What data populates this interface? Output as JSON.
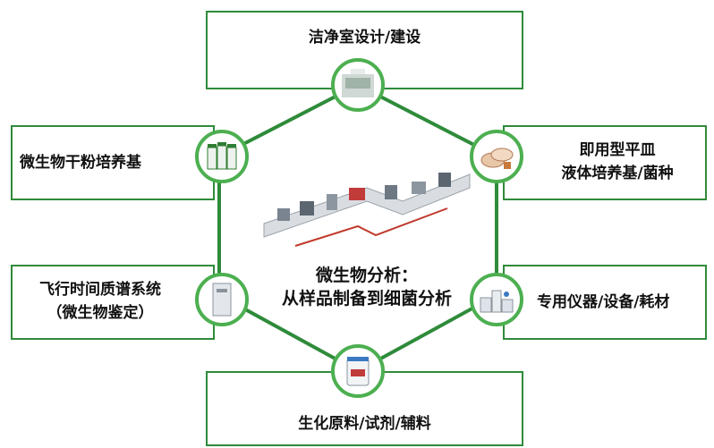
{
  "center": {
    "title_line1": "微生物分析：",
    "title_line2": "从样品制备到细菌分析"
  },
  "items": {
    "top": "洁净室设计/建设",
    "top_left": "微生物干粉培养基",
    "top_right_line1": "即用型平皿",
    "top_right_line2": "液体培养基/菌种",
    "bottom_left_line1": "飞行时间质谱系统",
    "bottom_left_line2": "（微生物鉴定）",
    "bottom_right": "专用仪器/设备/耗材",
    "bottom": "生化原料/试剂/辅料"
  },
  "colors": {
    "border": "#2e8b3a",
    "hexagon": "#2e8b3a",
    "node_ring": "#4caf50",
    "red_line": "#c0392b"
  }
}
